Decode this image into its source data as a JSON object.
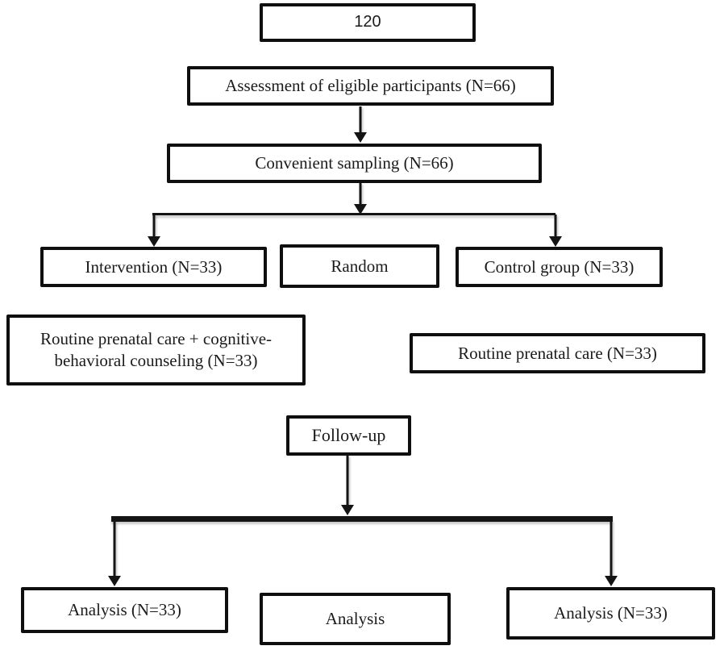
{
  "diagram": {
    "type": "flowchart",
    "colors": {
      "box_border": "#0f0f0f",
      "box_fill": "#ffffff",
      "text": "#1b1b1b",
      "line": "#141414",
      "background": "#ffffff"
    },
    "nodes": {
      "enrolled": {
        "label": "120"
      },
      "assessment": {
        "label": "Assessment of eligible participants (N=66)"
      },
      "sampling": {
        "label": "Convenient sampling (N=66)"
      },
      "intervention": {
        "label": "Intervention (N=33)"
      },
      "random": {
        "label": "Random"
      },
      "control": {
        "label": "Control group (N=33)"
      },
      "cbc": {
        "label": "Routine prenatal care + cognitive-behavioral counseling (N=33)"
      },
      "routine": {
        "label": "Routine prenatal care (N=33)"
      },
      "followup": {
        "label": "Follow-up"
      },
      "analysis_left": {
        "label": "Analysis (N=33)"
      },
      "analysis_mid": {
        "label": "Analysis"
      },
      "analysis_right": {
        "label": "Analysis (N=33)"
      }
    },
    "edges": [
      {
        "from": "assessment",
        "to": "sampling",
        "style": "arrow"
      },
      {
        "from": "sampling",
        "to": "intervention",
        "style": "arrow"
      },
      {
        "from": "sampling",
        "to": "control",
        "style": "arrow"
      },
      {
        "from": "followup",
        "to": "analysis_left",
        "style": "arrow"
      },
      {
        "from": "followup",
        "to": "analysis_right",
        "style": "arrow"
      }
    ]
  }
}
